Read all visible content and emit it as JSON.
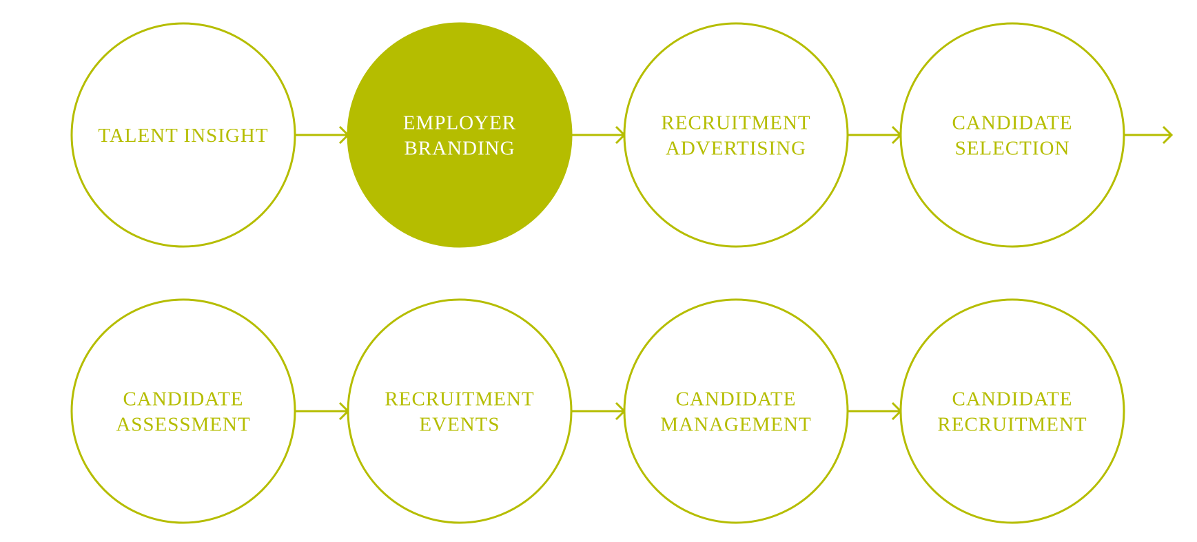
{
  "colors": {
    "accent": "#b5bd00",
    "active_text": "#ffffff",
    "background": "#ffffff"
  },
  "rows": [
    {
      "steps": [
        {
          "id": "talent-insight",
          "lines": [
            "TALENT INSIGHT"
          ],
          "active": false
        },
        {
          "id": "employer-branding",
          "lines": [
            "EMPLOYER",
            "BRANDING"
          ],
          "active": true
        },
        {
          "id": "recruitment-advertising",
          "lines": [
            "RECRUITMENT",
            "ADVERTISING"
          ],
          "active": false
        },
        {
          "id": "candidate-selection",
          "lines": [
            "CANDIDATE",
            "SELECTION"
          ],
          "active": false
        }
      ],
      "trailing_arrow": true
    },
    {
      "steps": [
        {
          "id": "candidate-assessment",
          "lines": [
            "CANDIDATE",
            "ASSESSMENT"
          ],
          "active": false
        },
        {
          "id": "recruitment-events",
          "lines": [
            "RECRUITMENT",
            "EVENTS"
          ],
          "active": false
        },
        {
          "id": "candidate-management",
          "lines": [
            "CANDIDATE",
            "MANAGEMENT"
          ],
          "active": false
        },
        {
          "id": "candidate-recruitment",
          "lines": [
            "CANDIDATE",
            "RECRUITMENT"
          ],
          "active": false
        }
      ],
      "trailing_arrow": false
    }
  ]
}
